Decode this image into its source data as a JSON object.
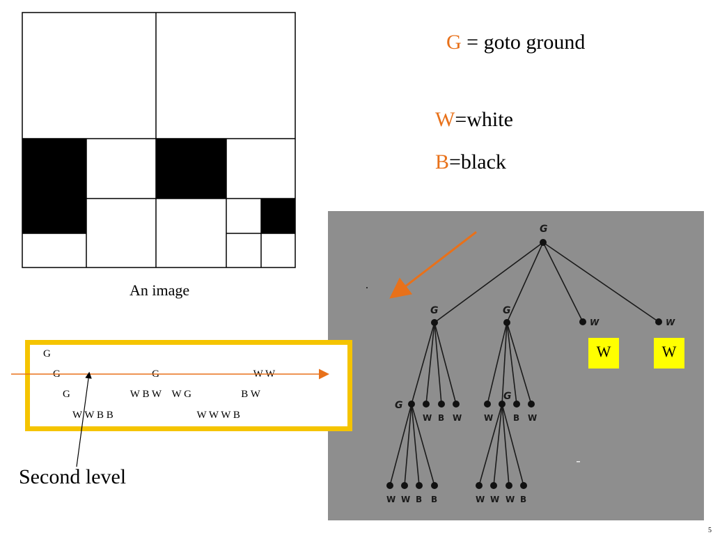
{
  "image_caption": "An image",
  "legend": {
    "g_key": "G",
    "g_text": " = goto ground",
    "w_key": "W",
    "w_text": "=white",
    "b_key": "B",
    "b_text": "=black"
  },
  "leaf_boxes": [
    "W",
    "W"
  ],
  "text_tree": {
    "row0": "G",
    "row1": "G                                   G                                    W W",
    "row2": "G                       W B W    W G                   B W",
    "row3": "W W B B                                W W W B"
  },
  "second_level_label": "Second level",
  "photo_labels": {
    "root": "G",
    "l1_left": "G",
    "l1_mid": "G",
    "l1_w1": "W",
    "l1_w2": "W",
    "l2_left_leaves": [
      "W",
      "B",
      "W"
    ],
    "l2_mid_leaves": [
      "W",
      "B",
      "W"
    ],
    "l2_left_g": "G",
    "l2_mid_g": "G",
    "l3_left_leaves": [
      "W",
      "W",
      "B",
      "B"
    ],
    "l3_mid_leaves": [
      "W",
      "W",
      "W",
      "B"
    ]
  },
  "colors": {
    "accent": "#e8711a",
    "box_border": "#f5c400",
    "leaf_box": "#ffff00",
    "photo_bg": "#8e8e8e"
  },
  "slide_number": "5"
}
